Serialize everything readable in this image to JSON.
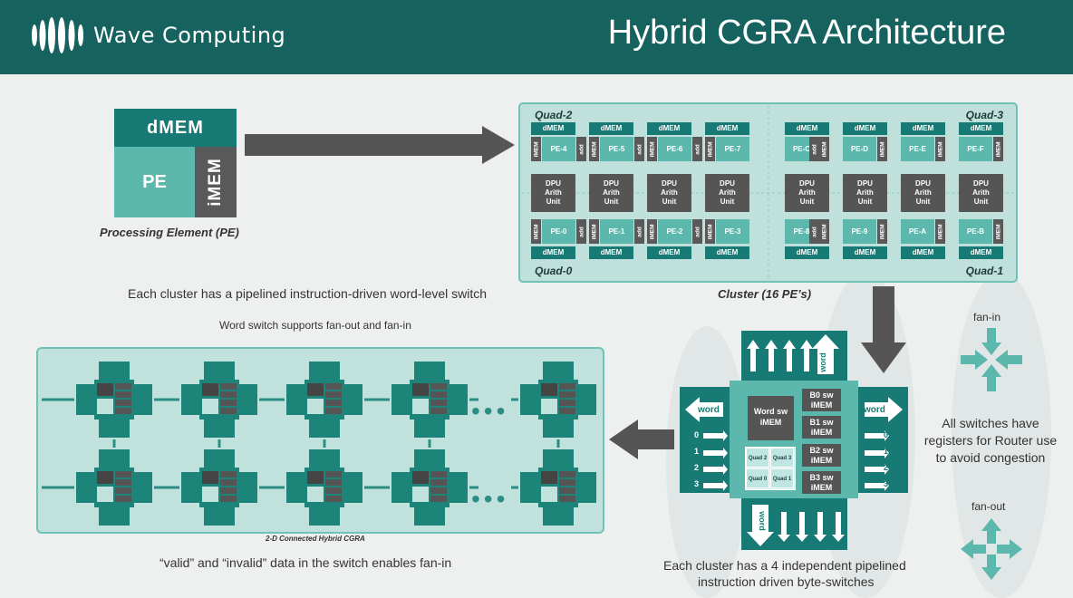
{
  "header": {
    "logo_text": "Wave Computing",
    "title": "Hybrid CGRA Architecture"
  },
  "pe": {
    "dmem": "dMEM",
    "pe": "PE",
    "imem": "iMEM",
    "caption": "Processing Element (PE)"
  },
  "cluster": {
    "caption": "Cluster (16 PE’s)",
    "quads": {
      "q2": "Quad-2",
      "q3": "Quad-3",
      "q0": "Quad-0",
      "q1": "Quad-1"
    },
    "dmem": "dMEM",
    "imem": "iMEM",
    "add": "add",
    "dpu": [
      "DPU",
      "Arith",
      "Unit"
    ],
    "top_pes": [
      "PE-4",
      "PE-5",
      "PE-6",
      "PE-7",
      "PE-C",
      "PE-D",
      "PE-E",
      "PE-F"
    ],
    "bottom_pes": [
      "PE-0",
      "PE-1",
      "PE-2",
      "PE-3",
      "PE-8",
      "PE-9",
      "PE-A",
      "PE-B"
    ]
  },
  "texts": {
    "switch_note": "Each cluster has a pipelined instruction-driven word-level switch",
    "fan_note": "Word switch supports fan-out and fan-in",
    "cgra_caption": "2-D Connected Hybrid CGRA",
    "valid_note": "“valid” and “invalid” data in the switch enables fan-in",
    "byte_note_1": "Each cluster has a 4 independent pipelined",
    "byte_note_2": "instruction driven byte-switches",
    "fan_in": "fan-in",
    "fan_out": "fan-out",
    "switch_reg_1": "All switches have",
    "switch_reg_2": "registers for Router use",
    "switch_reg_3": "to avoid congestion",
    "dots": "•••"
  },
  "switch": {
    "word": "word",
    "word_sw": "Word sw",
    "imem": "iMEM",
    "b0": "B0 sw",
    "b1": "B1 sw",
    "b2": "B2 sw",
    "b3": "B3 sw",
    "quads": [
      "Quad 2",
      "Quad 3",
      "Quad 0",
      "Quad 1"
    ],
    "byte_labels": [
      "0",
      "1",
      "2",
      "3"
    ]
  },
  "colors": {
    "header": "#15625f",
    "dmem": "#177a74",
    "pe": "#5cb7ad",
    "imem": "#595959",
    "arrow": "#555555"
  }
}
